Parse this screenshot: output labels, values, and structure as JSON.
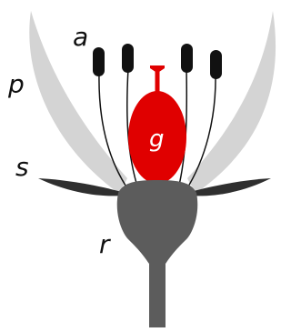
{
  "labels": {
    "anther": "a",
    "petal": "p",
    "sepal": "s",
    "receptacle": "r",
    "gynoecium": "g"
  },
  "colors": {
    "background": "#ffffff",
    "petal": "#d4d4d4",
    "sepal": "#2f2f2f",
    "anther": "#111111",
    "filament": "#111111",
    "pistil": "#e00000",
    "receptacle": "#5c5c5c",
    "label_text": "#111111",
    "pistil_label_text": "#ffffff"
  }
}
